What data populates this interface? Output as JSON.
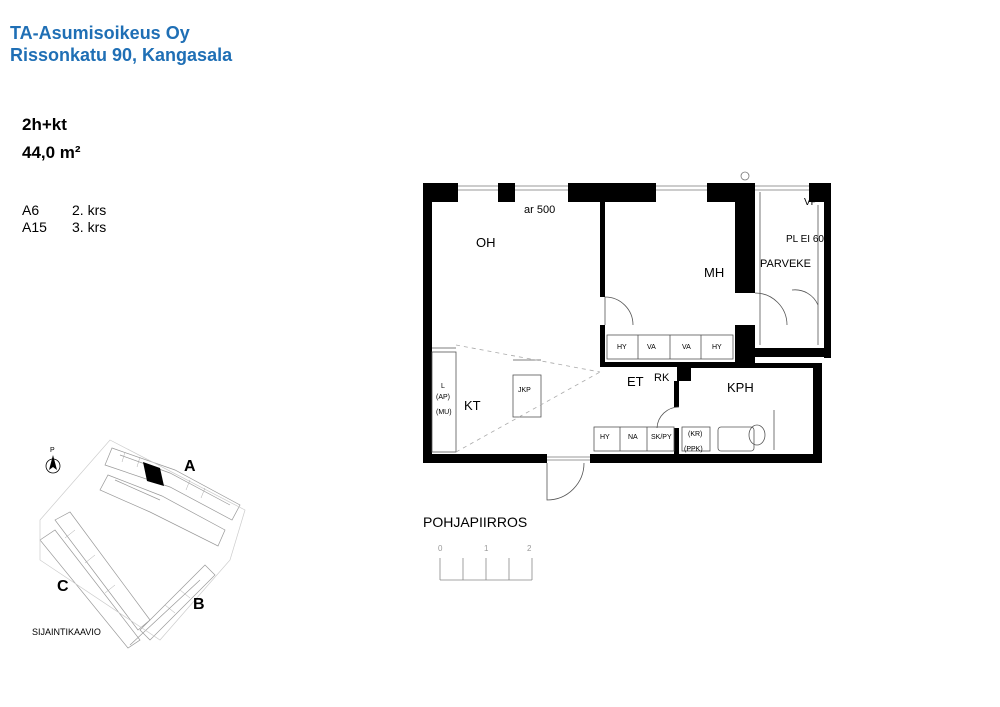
{
  "header": {
    "company": "TA-Asumisoikeus Oy",
    "address": "Rissonkatu 90, Kangasala"
  },
  "apartment": {
    "type": "2h+kt",
    "area": "44,0 m²",
    "units": [
      {
        "id": "A6",
        "floor": "2. krs"
      },
      {
        "id": "A15",
        "floor": "3. krs"
      }
    ]
  },
  "plan": {
    "window_label": "ar 500",
    "rooms": {
      "living": "OH",
      "bedroom": "MH",
      "balcony": "PARVEKE",
      "balcony_vp": "VP",
      "balcony_pl": "PL EI 60",
      "kitchen": "KT",
      "entry": "ET",
      "rk": "RK",
      "bathroom": "KPH"
    },
    "fixtures": {
      "bedroom_closets": [
        "HY",
        "VA",
        "VA",
        "HY"
      ],
      "entry_closets": [
        "HY",
        "NA",
        "SK/PY"
      ],
      "kitchen": [
        "L",
        "(AP)",
        "(MU)"
      ],
      "jkp": "JKP",
      "bathroom": [
        "(KR)",
        "(PPK)"
      ]
    },
    "caption": "POHJAPIIRROS",
    "scale_labels": [
      "0",
      "1",
      "2"
    ]
  },
  "site_plan": {
    "north": "P",
    "building_labels": [
      "A",
      "B",
      "C"
    ],
    "caption": "SIJAINTIKAAVIO"
  },
  "colors": {
    "header": "#1f6fb5",
    "walls": "#000000",
    "site_lines": "#999999"
  }
}
